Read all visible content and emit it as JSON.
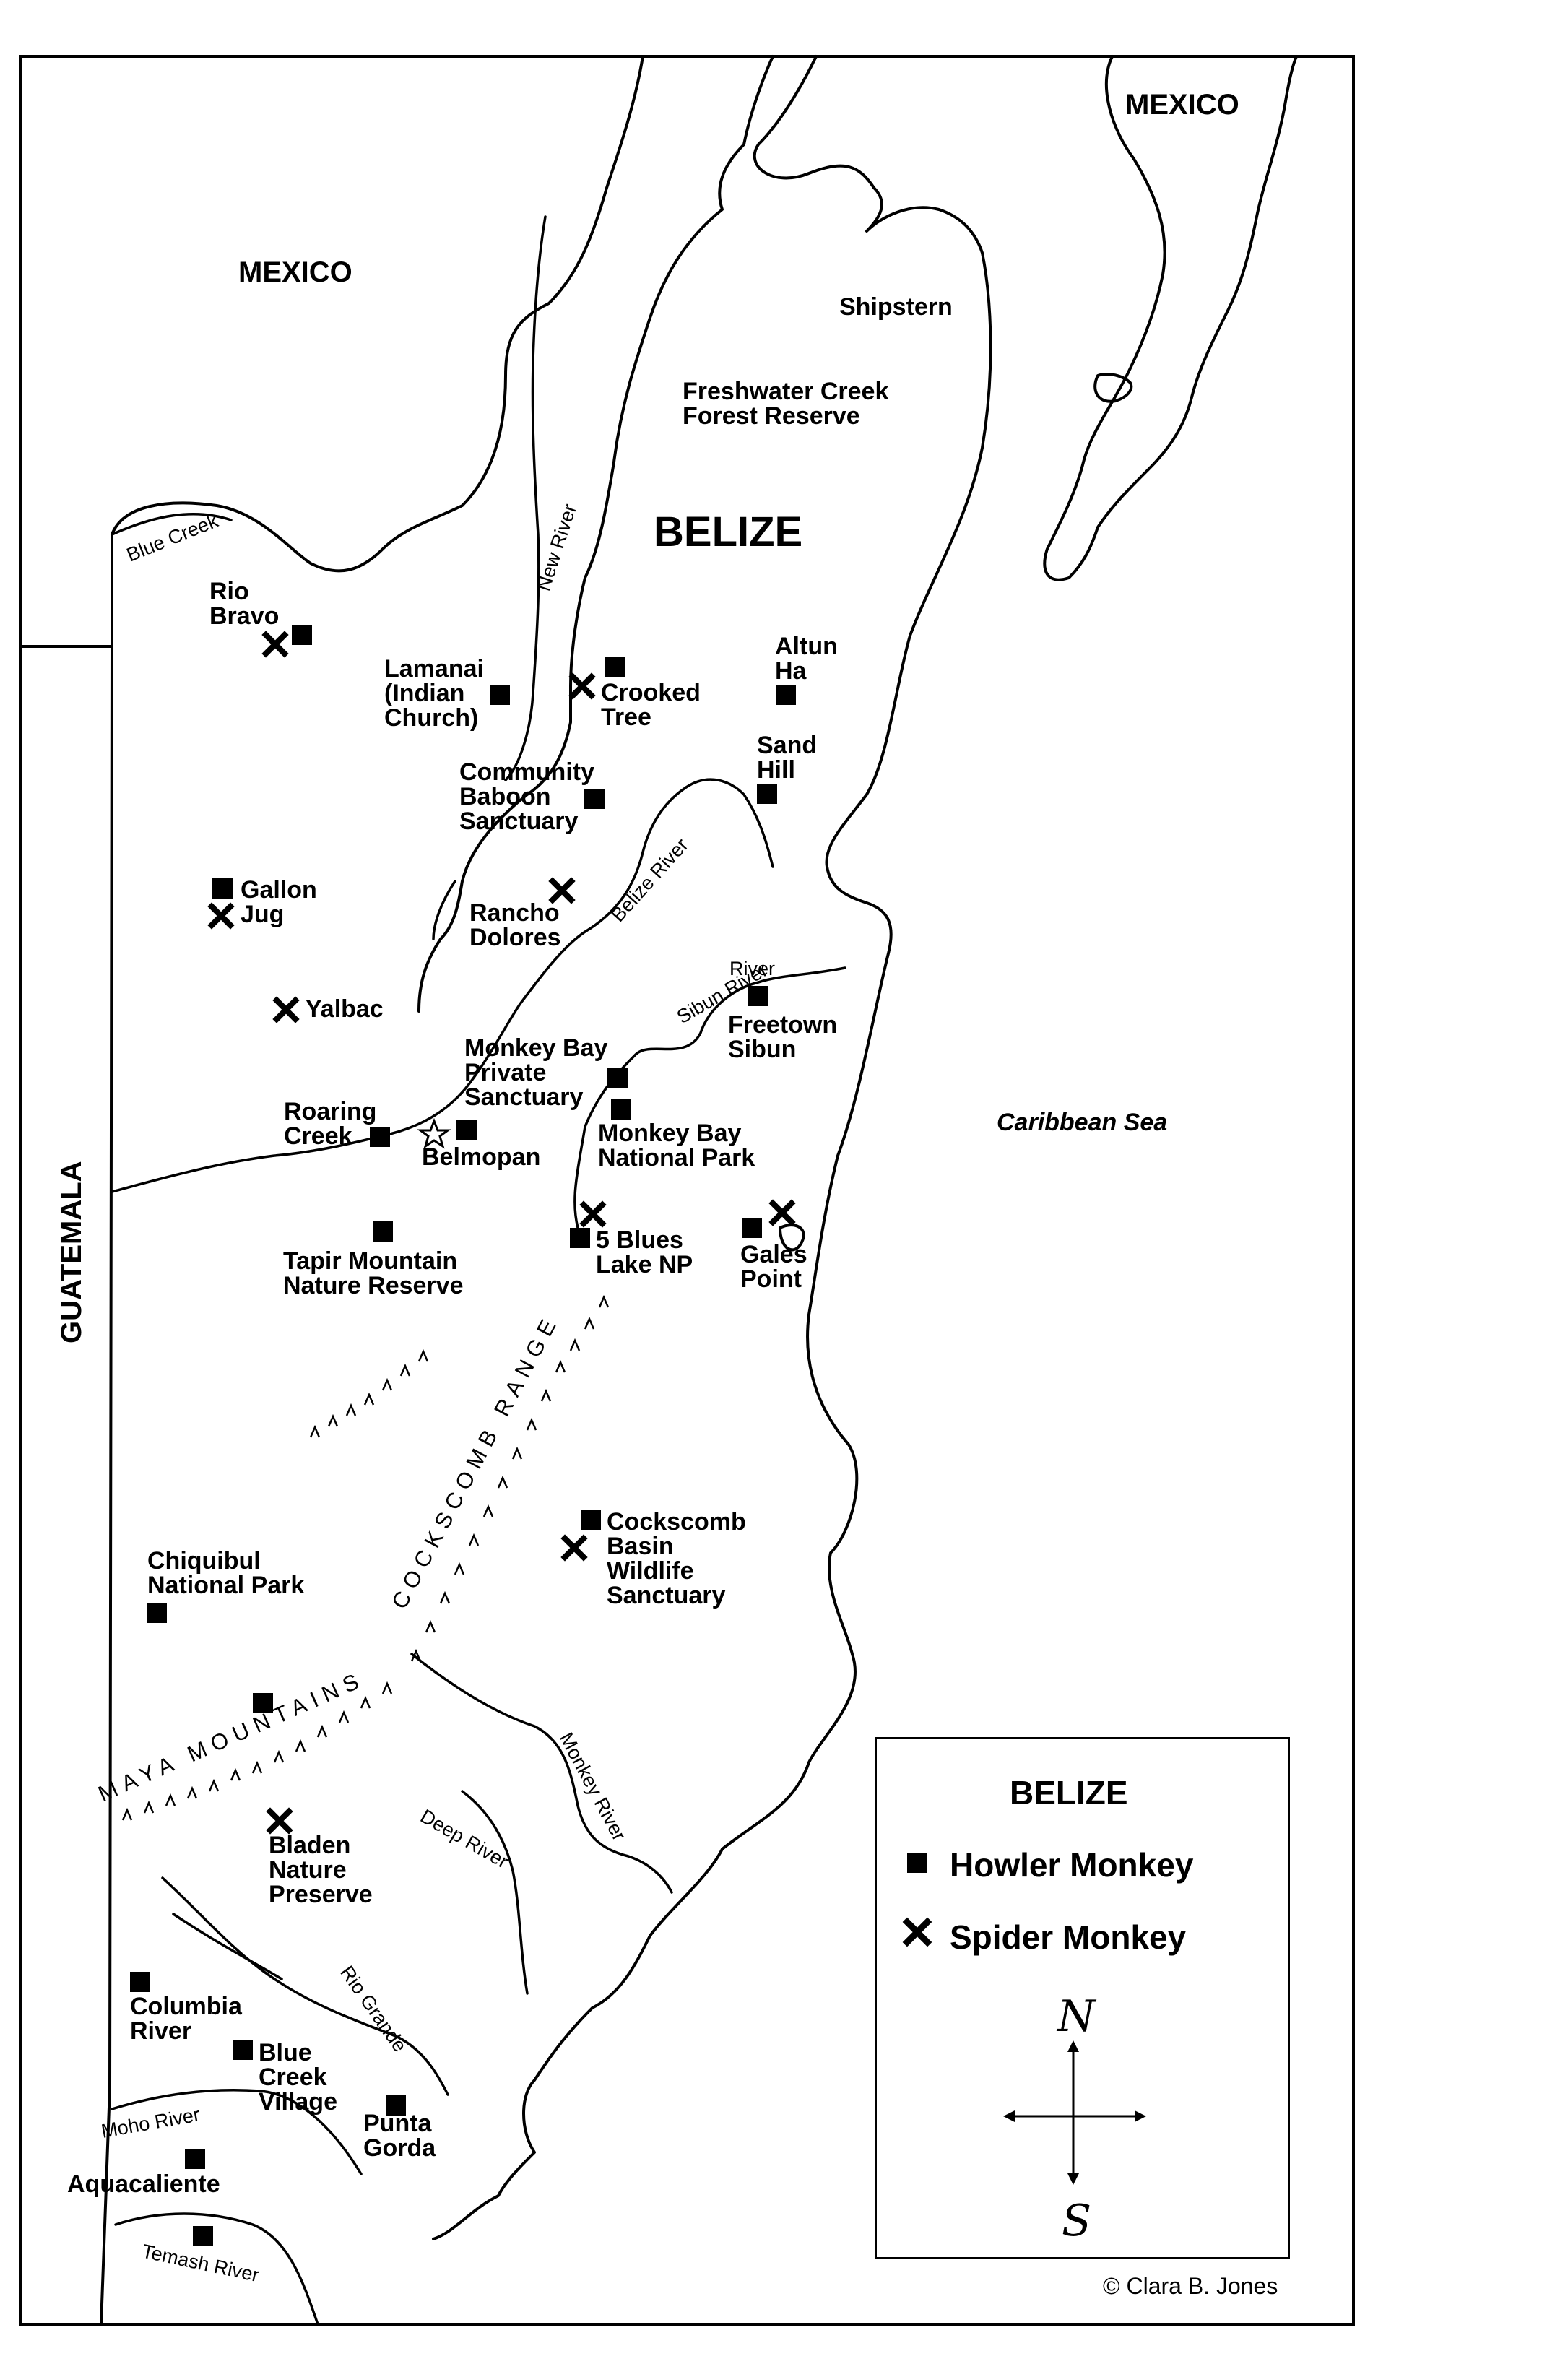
{
  "countries": {
    "mexico_west": "MEXICO",
    "mexico_east": "MEXICO",
    "belize": "BELIZE",
    "guatemala": "GUATEMALA"
  },
  "sea": "Caribbean Sea",
  "rivers": {
    "blue_creek": "Blue Creek",
    "new_river": "New River",
    "belize_river": "Belize River",
    "sibun_river": "Sibun River",
    "monkey_river": "Monkey River",
    "deep_river": "Deep River",
    "rio_grande": "Rio Grande",
    "moho_river": "Moho River",
    "temash_river": "Temash River"
  },
  "ranges": {
    "cockscomb": "COCKSCOMB RANGE",
    "maya": "MAYA MOUNTAINS"
  },
  "places": {
    "shipstern": [
      "Shipstern"
    ],
    "freshwater": [
      "Freshwater Creek",
      "Forest Reserve"
    ],
    "rio_bravo": [
      "Rio",
      "Bravo"
    ],
    "lamanai": [
      "Lamanai",
      "(Indian",
      "Church)"
    ],
    "crooked_tree": [
      "Crooked",
      "Tree"
    ],
    "altun_ha": [
      "Altun",
      "Ha"
    ],
    "sand_hill": [
      "Sand",
      "Hill"
    ],
    "community_baboon": [
      "Community",
      "Baboon",
      "Sanctuary"
    ],
    "gallon_jug": [
      "Gallon",
      "Jug"
    ],
    "rancho_dolores": [
      "Rancho",
      "Dolores"
    ],
    "yalbac": [
      "Yalbac"
    ],
    "freetown_sibun": [
      "Freetown",
      "Sibun"
    ],
    "monkey_bay_private": [
      "Monkey Bay",
      "Private",
      "Sanctuary"
    ],
    "roaring_creek": [
      "Roaring",
      "Creek"
    ],
    "belmopan": [
      "Belmopan"
    ],
    "monkey_bay_np": [
      "Monkey Bay",
      "National Park"
    ],
    "five_blues": [
      "5 Blues",
      "Lake NP"
    ],
    "gales_point": [
      "Gales",
      "Point"
    ],
    "tapir_mountain": [
      "Tapir Mountain",
      "Nature Reserve"
    ],
    "cockscomb_basin": [
      "Cockscomb",
      "Basin",
      "Wildlife",
      "Sanctuary"
    ],
    "chiquibul": [
      "Chiquibul",
      "National Park"
    ],
    "bladen": [
      "Bladen",
      "Nature",
      "Preserve"
    ],
    "columbia_river": [
      "Columbia",
      "River"
    ],
    "blue_creek_village": [
      "Blue",
      "Creek",
      "Village"
    ],
    "punta_gorda": [
      "Punta",
      "Gorda"
    ],
    "aquacaliente": [
      "Aquacaliente"
    ]
  },
  "legend": {
    "title": "BELIZE",
    "howler": "Howler Monkey",
    "spider": "Spider Monkey",
    "howler_icon": "filled-square-icon",
    "spider_icon": "x-cross-icon"
  },
  "compass": {
    "north": "N",
    "south": "S"
  },
  "credit": "© Clara B. Jones"
}
